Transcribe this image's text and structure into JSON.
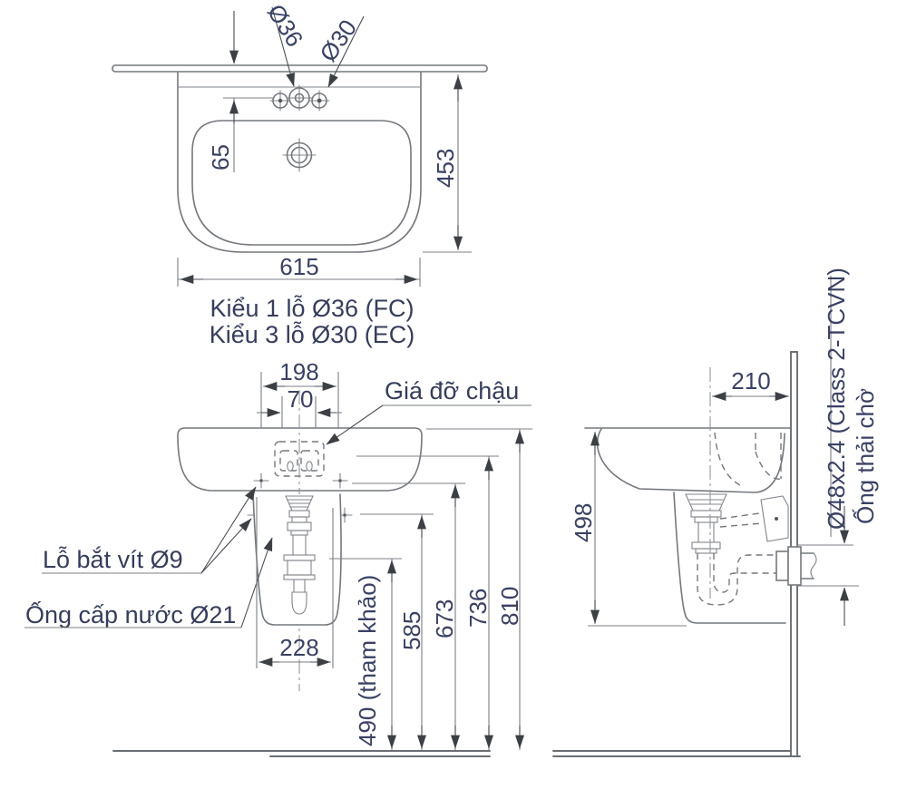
{
  "drawing": {
    "title_implicit": "Wall-hung washbasin installation drawing",
    "colors": {
      "text": "#3a4164",
      "line": "#74787d",
      "arrow": "#3c4045",
      "background": "#ffffff"
    },
    "top_view": {
      "hole_label_1": "Ø36",
      "hole_label_2": "Ø30",
      "dim_hole_offset": "65",
      "dim_depth": "453",
      "dim_width": "615",
      "caption_line1": "Kiểu 1 lỗ Ø36 (FC)",
      "caption_line2": "Kiểu 3 lỗ Ø30 (EC)"
    },
    "front_view": {
      "dim_bracket_outer": "198",
      "dim_bracket_inner": "70",
      "bracket_label": "Giá đỡ chậu",
      "screw_label": "Lỗ bắt vít Ø9",
      "supply_label": "Ống cấp nước Ø21",
      "dim_pedestal_width": "228",
      "dim_height_490": "490 (tham khảo)",
      "dim_height_585": "585",
      "dim_height_673": "673",
      "dim_height_736": "736",
      "dim_height_810": "810"
    },
    "side_view": {
      "dim_drain_offset": "210",
      "dim_height_498": "498",
      "drain_pipe_label": "Ø48x2.4 (Class 2-TCVN)",
      "outlet_label": "Ống thải chờ"
    }
  }
}
